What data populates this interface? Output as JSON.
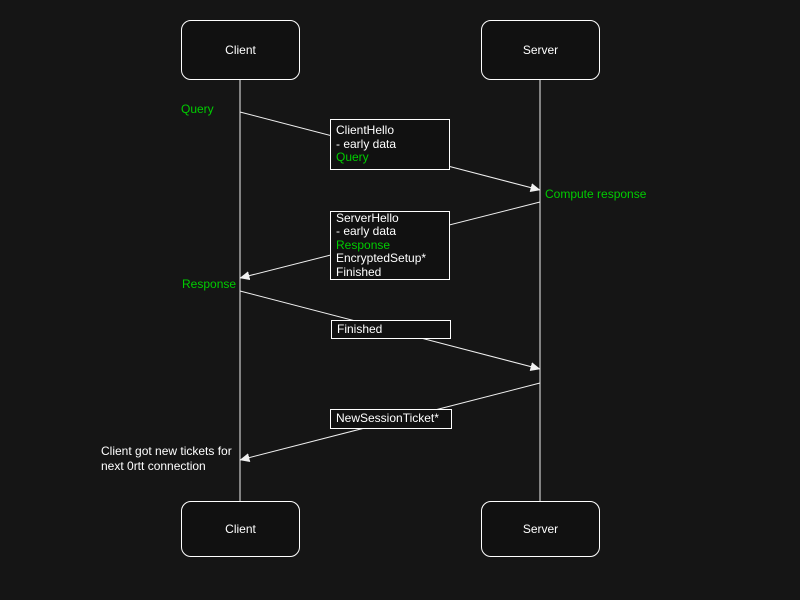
{
  "canvas": {
    "background": "#151515",
    "box_fill": "#111111",
    "box_border": "#ffffff",
    "line_color": "#f0f0f0",
    "accent_green": "#00cc00",
    "text_color": "#ffffff"
  },
  "diagram": {
    "actors": [
      {
        "id": "client",
        "label": "Client"
      },
      {
        "id": "server",
        "label": "Server"
      }
    ],
    "side_labels": [
      {
        "text": "Query",
        "color": "green"
      },
      {
        "text": "Compute response",
        "color": "green"
      },
      {
        "text": "Response",
        "color": "green"
      }
    ],
    "message_boxes": [
      {
        "lines": [
          {
            "text": "ClientHello",
            "color": "white"
          },
          {
            "text": "- early data",
            "color": "white"
          },
          {
            "text": "Query",
            "color": "green"
          }
        ]
      },
      {
        "lines": [
          {
            "text": "ServerHello",
            "color": "white"
          },
          {
            "text": "- early data",
            "color": "white"
          },
          {
            "text": "Response",
            "color": "green"
          },
          {
            "text": "EncryptedSetup*",
            "color": "white"
          },
          {
            "text": "Finished",
            "color": "white"
          }
        ]
      },
      {
        "lines": [
          {
            "text": "Finished",
            "color": "white"
          }
        ]
      },
      {
        "lines": [
          {
            "text": "NewSessionTicket*",
            "color": "white"
          }
        ]
      }
    ],
    "note": {
      "line1": "Client got new tickets for",
      "line2": "next 0rtt connection"
    }
  }
}
